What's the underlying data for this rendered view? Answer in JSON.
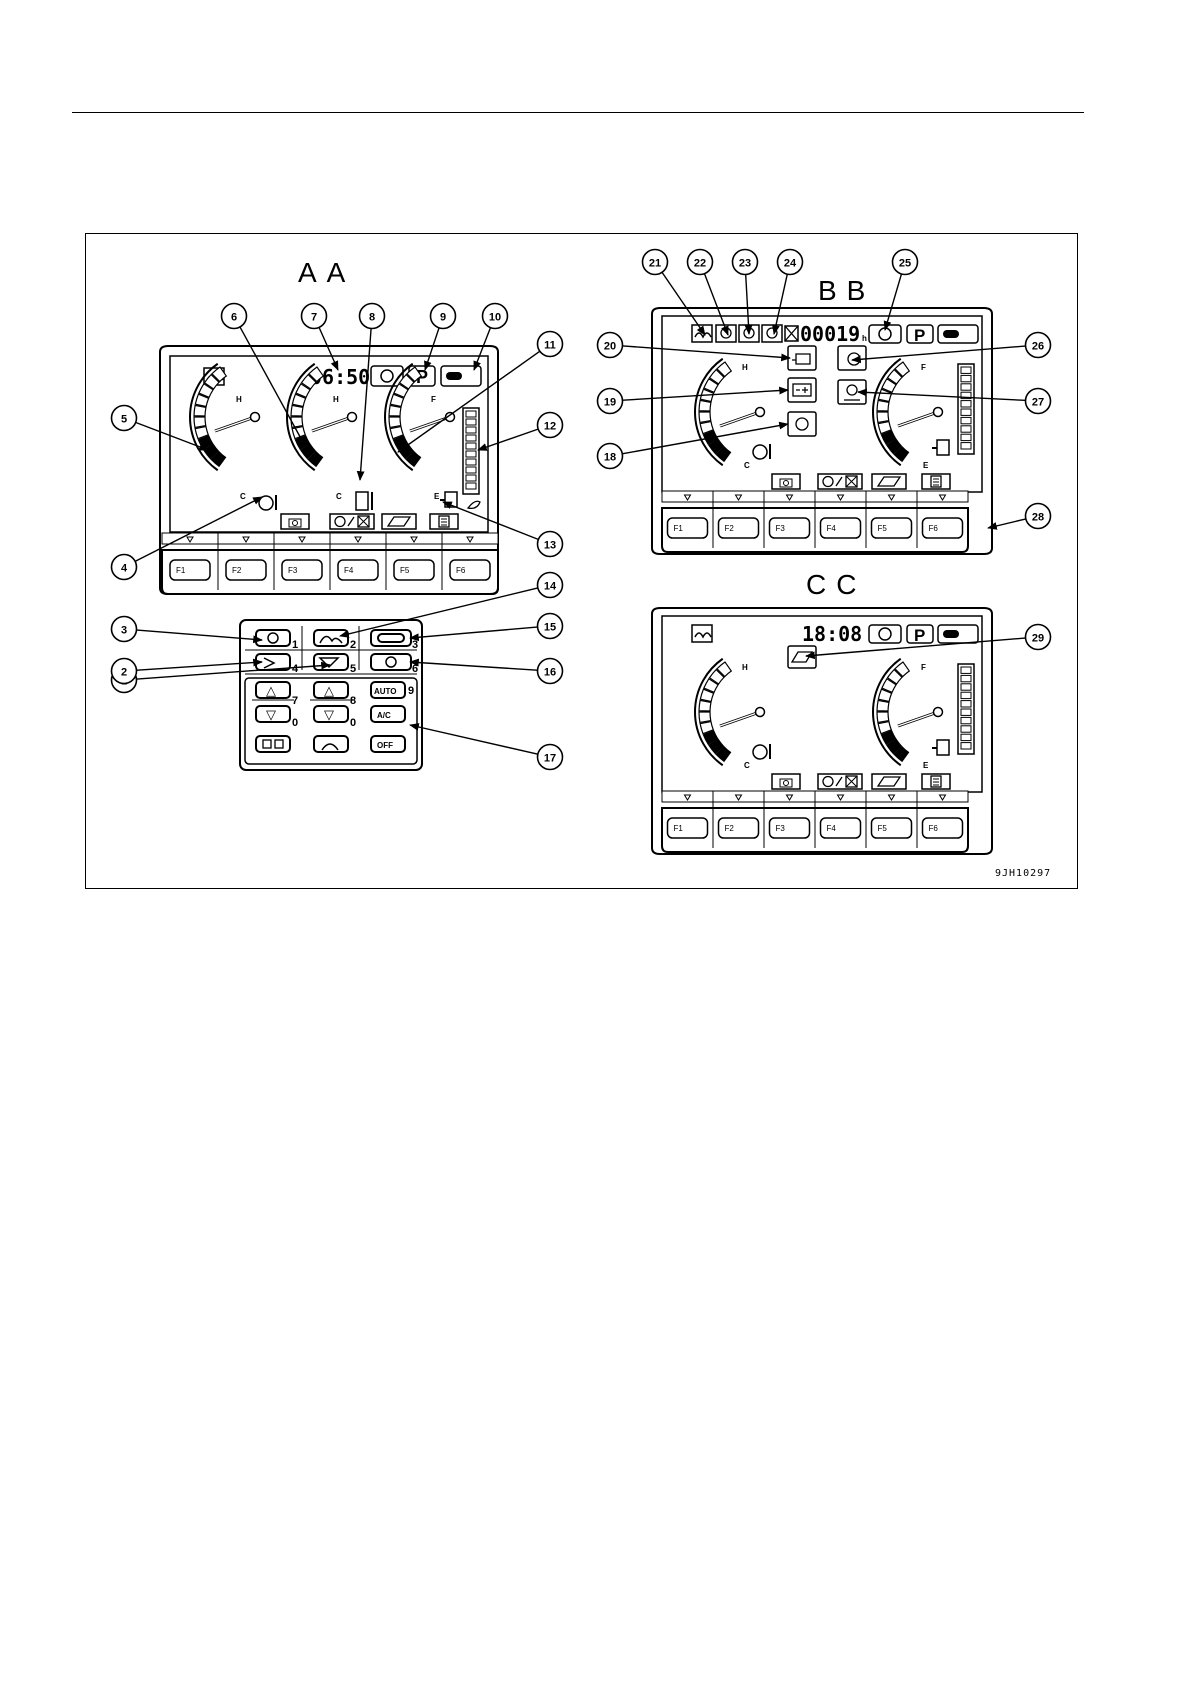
{
  "views": {
    "aa": "AA",
    "bb": "BB",
    "cc": "CC"
  },
  "clock_aa": "06:50",
  "hour_bb": "00019",
  "hour_unit_bb": "h",
  "clock_cc": "18:08",
  "park_symbol": "P",
  "gauge_labels": {
    "hot": "H",
    "cold": "C",
    "full": "F",
    "empty": "E"
  },
  "function_keys": [
    "F1",
    "F2",
    "F3",
    "F4",
    "F5",
    "F6"
  ],
  "switch_panel": {
    "auto": "AUTO",
    "ac": "A/C",
    "off": "OFF",
    "up": "△",
    "down": "▽",
    "numbers": [
      "1",
      "2",
      "3",
      "4",
      "5",
      "6",
      "7",
      "8",
      "9",
      "0"
    ]
  },
  "callouts": [
    "1",
    "2",
    "3",
    "4",
    "5",
    "6",
    "7",
    "8",
    "9",
    "10",
    "11",
    "12",
    "13",
    "14",
    "15",
    "16",
    "17",
    "18",
    "19",
    "20",
    "21",
    "22",
    "23",
    "24",
    "25",
    "26",
    "27",
    "28",
    "29"
  ],
  "figure_code": "9JH10297"
}
